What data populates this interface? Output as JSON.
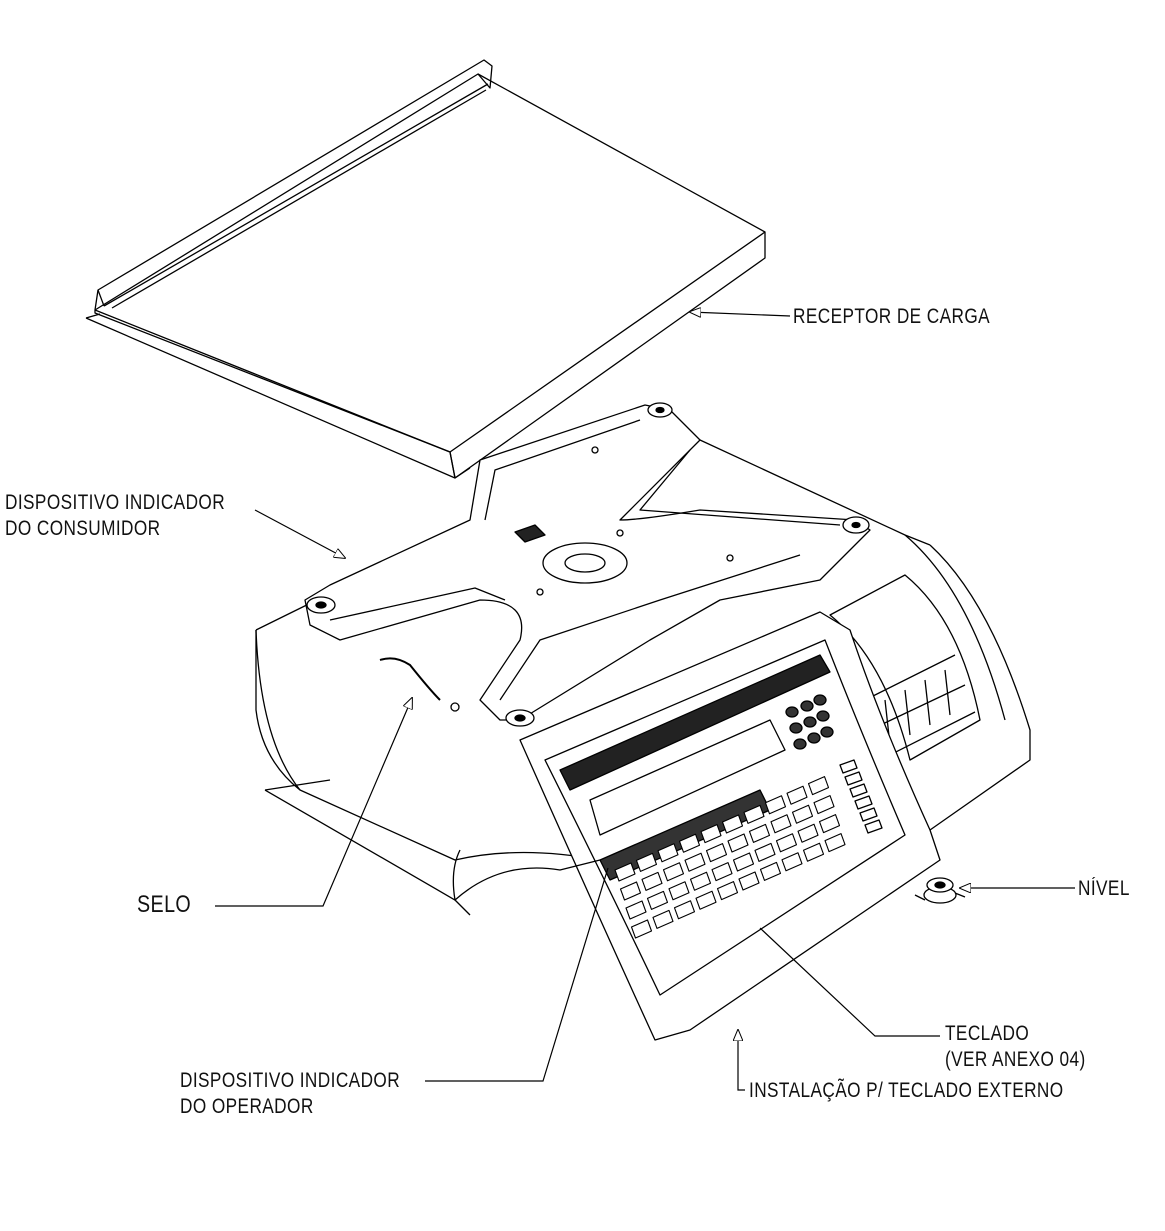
{
  "labels": {
    "receptor": "RECEPTOR DE CARGA",
    "consumidor_l1": "DISPOSITIVO INDICADOR",
    "consumidor_l2": "DO CONSUMIDOR",
    "selo": "SELO",
    "nivel": "NÍVEL",
    "teclado_l1": "TECLADO",
    "teclado_l2": "(VER ANEXO 04)",
    "operador_l1": "DISPOSITIVO INDICADOR",
    "operador_l2": "DO OPERADOR",
    "instalacao": "INSTALAÇÃO P/ TECLADO EXTERNO"
  }
}
